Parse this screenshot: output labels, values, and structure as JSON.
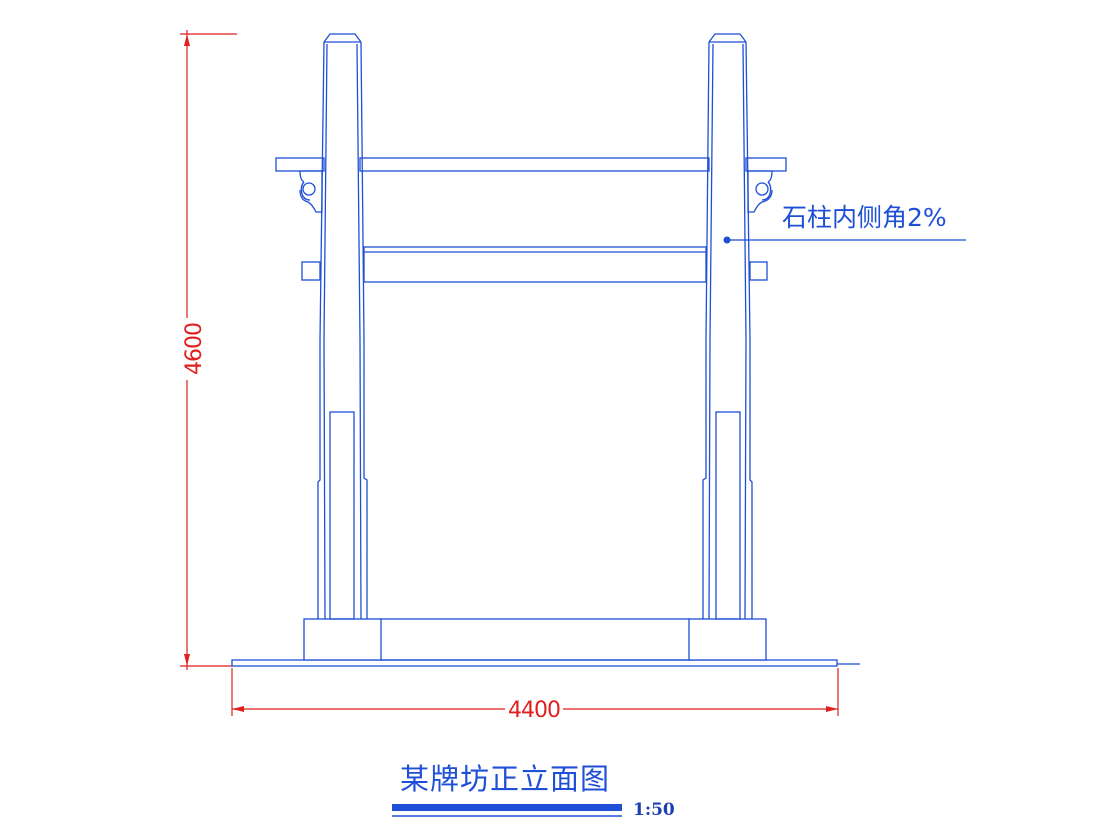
{
  "drawing": {
    "title": "某牌坊正立面图",
    "scale": "1:50",
    "annotation": "石柱内侧角2%",
    "dimensions": {
      "height_label": "4600",
      "width_label": "4400"
    }
  },
  "colors": {
    "structure": "#1e4fd6",
    "dimension": "#e01f1f",
    "title_bar": "#1e4fd6"
  }
}
